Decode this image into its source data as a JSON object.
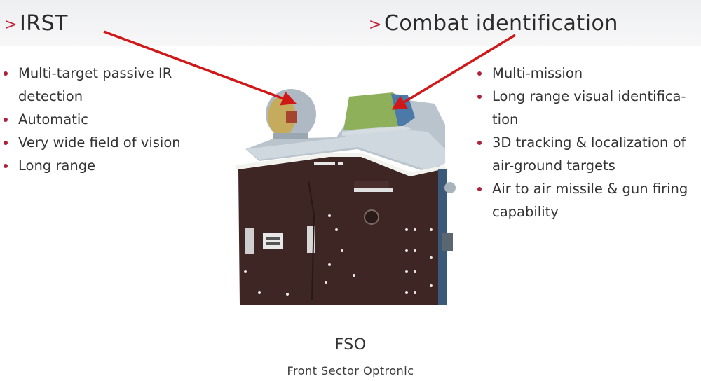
{
  "headings": {
    "irst": {
      "marker": ">",
      "label": "IRST"
    },
    "combat": {
      "marker": ">",
      "label": "Combat identification"
    }
  },
  "left_list": {
    "items": [
      "Multi-target passive IR detection",
      "Automatic",
      "Very wide field of vision",
      "Long range"
    ]
  },
  "right_list": {
    "items": [
      "Multi-mission",
      "Long range visual identifica-tion",
      "3D tracking & localization of air-ground targets",
      "Air to air missile & gun firing capability"
    ]
  },
  "caption": {
    "title": "FSO",
    "subtitle": "Front Sector Optronic"
  },
  "colors": {
    "accent_red": "#c0263a",
    "bullet_red": "#b0203a",
    "arrow_red": "#d01818",
    "header_band": "#f2f3f4",
    "device_body": "#3b2523"
  }
}
